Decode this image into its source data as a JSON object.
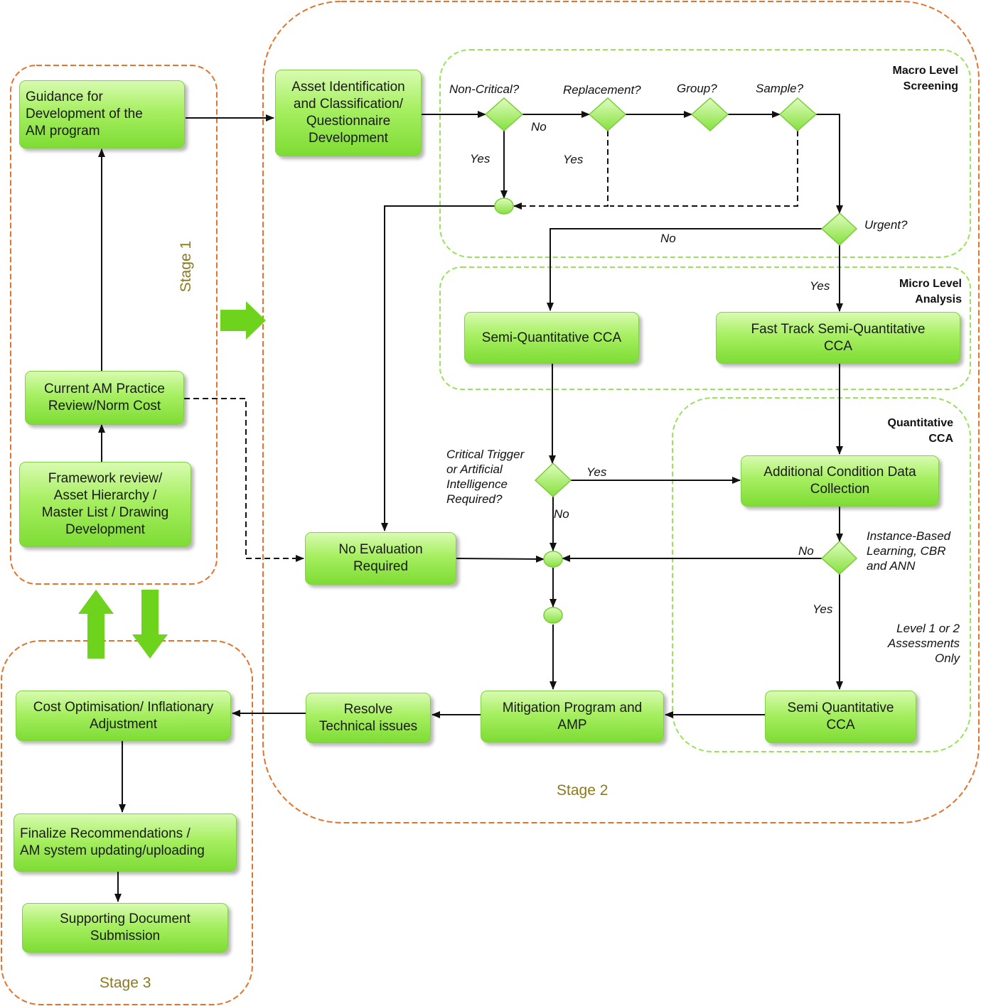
{
  "stages": {
    "stage1": "Stage 1",
    "stage2": "Stage 2",
    "stage3": "Stage 3"
  },
  "groups": {
    "macro": "Macro Level\nScreening",
    "micro": "Micro Level\nAnalysis",
    "quant": "Quantitative\nCCA"
  },
  "boxes": {
    "guidance": "Guidance for\nDevelopment of the\nAM program",
    "current_practice": "Current AM Practice\nReview/Norm Cost",
    "framework": "Framework review/\nAsset Hierarchy /\nMaster List / Drawing\nDevelopment",
    "asset_id": "Asset Identification\nand Classification/\nQuestionnaire\nDevelopment",
    "semi_quant": "Semi-Quantitative CCA",
    "fast_track": "Fast Track Semi-Quantitative\nCCA",
    "additional_data": "Additional Condition Data\nCollection",
    "no_eval": "No Evaluation\nRequired",
    "semi_quant_cca": "Semi Quantitative\nCCA",
    "mitigation": "Mitigation Program and\nAMP",
    "resolve": "Resolve\nTechnical issues",
    "cost_opt": "Cost Optimisation/ Inflationary\nAdjustment",
    "finalize": "Finalize Recommendations /\nAM system updating/uploading",
    "supporting": "Supporting Document\nSubmission"
  },
  "questions": {
    "non_critical": "Non-Critical?",
    "replacement": "Replacement?",
    "group": "Group?",
    "sample": "Sample?",
    "urgent": "Urgent?",
    "critical_trigger": "Critical Trigger\nor Artificial\nIntelligence\nRequired?",
    "instance_based": "Instance-Based\nLearning, CBR\nand ANN",
    "level_note": "Level 1 or 2\nAssessments\nOnly"
  },
  "answers": {
    "yes": "Yes",
    "no": "No"
  },
  "colors": {
    "box_green": "#8fe24a",
    "dash_orange": "#e4732b",
    "dash_green": "#9be25a",
    "arrow_green": "#6ed31c",
    "stage_text": "#8a7a1e"
  }
}
